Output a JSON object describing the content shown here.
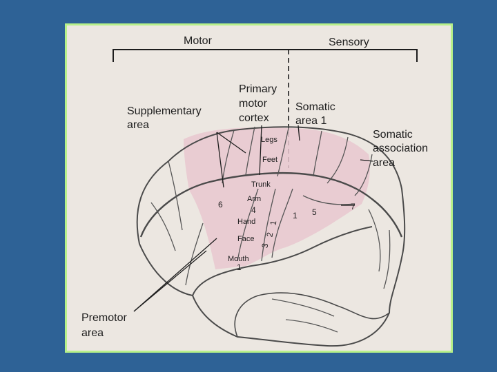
{
  "colors": {
    "background": "#2e6296",
    "frame_border": "#b7f08a",
    "paper": "#ece7e1",
    "highlight": "#e9c7cf",
    "ink": "#1d1d1d"
  },
  "header": {
    "motor": "Motor",
    "sensory": "Sensory"
  },
  "labels": {
    "primary_motor_cortex": [
      "Primary",
      "motor",
      "cortex"
    ],
    "supplementary_area": [
      "Supplementary",
      "area"
    ],
    "somatic_area_1": [
      "Somatic",
      "area 1"
    ],
    "somatic_association_area": [
      "Somatic",
      "association",
      "area"
    ],
    "premotor_area": [
      "Premotor",
      "area"
    ]
  },
  "body_map": {
    "legs": "Legs",
    "feet": "Feet",
    "trunk": "Trunk",
    "arm": "Arm",
    "area_4": "4",
    "hand": "Hand",
    "face": "Face",
    "mouth": "Mouth",
    "area_1_bottom": "1"
  },
  "area_numbers": {
    "area_6": "6",
    "area_1": "1",
    "area_2": "2",
    "area_3": "3",
    "area_1b": "1",
    "area_5": "5",
    "area_7": "7"
  }
}
